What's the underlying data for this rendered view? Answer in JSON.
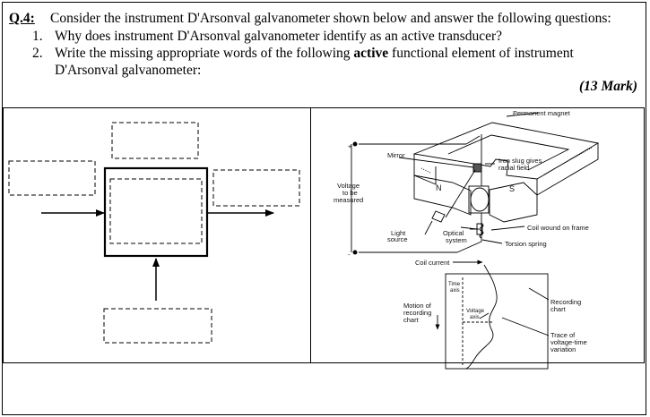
{
  "question": {
    "number": "Q.4:",
    "stem": "Consider the instrument D'Arsonval galvanometer shown below and answer the following questions:",
    "items": [
      {
        "n": "1.",
        "text": "Why does instrument D'Arsonval galvanometer identify as an active transducer?"
      },
      {
        "n": "2.",
        "pre": "Write the missing appropriate words of the following ",
        "bold": "active",
        "post": " functional element of instrument",
        "line2": "D'Arsonval galvanometer:"
      }
    ],
    "marks": "(13 Mark)"
  },
  "galvanometer_labels": {
    "permanent_magnet": "Permanent magnet",
    "mirror": "Mirror",
    "iron_slug": [
      "Iron slug gives",
      "radial field"
    ],
    "pole_n": "N",
    "pole_s": "S",
    "voltage": [
      "Voltage",
      "to be",
      "measured"
    ],
    "plus": "+",
    "minus": "-",
    "light_source": [
      "Light",
      "source"
    ],
    "optical_system": [
      "Optical",
      "system"
    ],
    "coil_wound": "Coil wound on frame",
    "torsion_spring": "Torsion spring",
    "coil_current": "Coil current",
    "time_axis": [
      "Time",
      "axis"
    ],
    "voltage_axis": [
      "Voltage",
      "axis"
    ],
    "motion": [
      "Motion of",
      "recording",
      "chart"
    ],
    "recording_chart": [
      "Recording",
      "chart"
    ],
    "trace": [
      "Trace of",
      "voltage-time",
      "variation"
    ]
  }
}
